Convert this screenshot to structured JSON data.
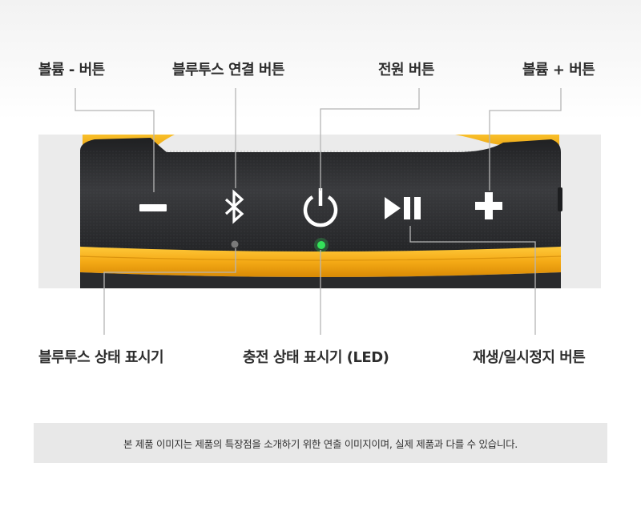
{
  "callouts": {
    "volume_down": "볼륨 - 버튼",
    "bluetooth_connect": "블루투스 연결 버튼",
    "power": "전원 버튼",
    "volume_up": "볼륨 + 버튼",
    "bluetooth_indicator": "블루투스 상태 표시기",
    "charge_indicator": "충전 상태 표시기 (LED)",
    "play_pause": "재생/일시정지 버튼"
  },
  "notice": "본 제품 이미지는 제품의 특장점을 소개하기 위한 연출 이미지이며, 실제 제품과 다를 수 있습니다.",
  "colors": {
    "accent_yellow": "#f7b21b",
    "body_dark": "#2e2f31",
    "led_green": "#35e35a",
    "led_gray": "#7a7a7a",
    "line": "#b5b5b5"
  },
  "icons": [
    "minus-icon",
    "bluetooth-icon",
    "power-icon",
    "play-pause-icon",
    "plus-icon"
  ]
}
